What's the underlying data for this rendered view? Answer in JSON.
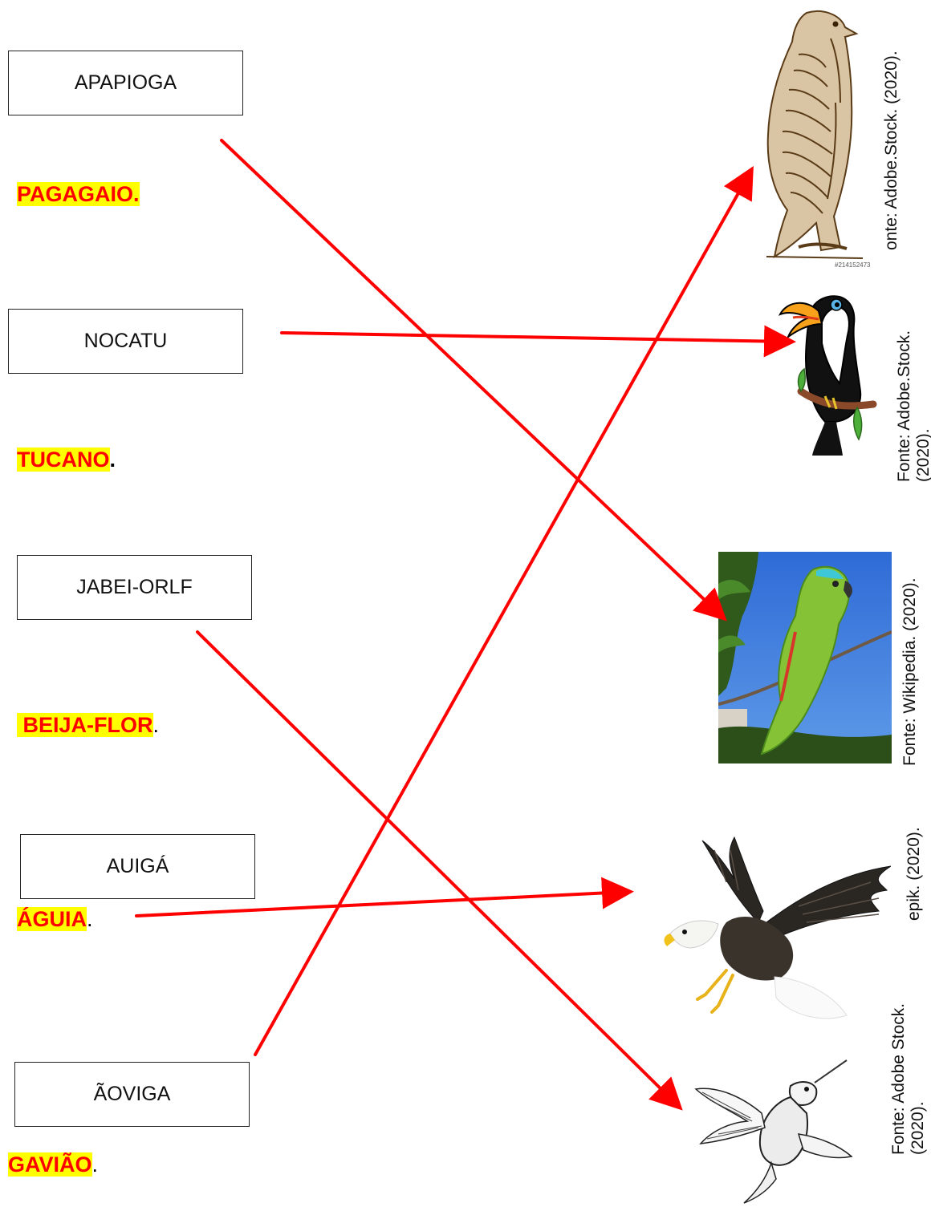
{
  "scrambled_words": [
    "APAPIOGA",
    "NOCATU",
    "JABEI-ORLF",
    "AUIGÁ",
    "ÃOVIGA"
  ],
  "answers": [
    {
      "word": "PAGAGAIO.",
      "punct": ""
    },
    {
      "word": "TUCANO",
      "punct": "."
    },
    {
      "word": " BEIJA-FLOR",
      "punct": "."
    },
    {
      "word": "ÁGUIA",
      "punct": "."
    },
    {
      "word": "GAVIÃO",
      "punct": "."
    }
  ],
  "images": {
    "hawk": {
      "credit": "onte: Adobe.Stock. (2020).",
      "stock_id": "#214152473"
    },
    "toucan": {
      "credit_line1": "Fonte: Adobe.Stock.",
      "credit_line2": "(2020)."
    },
    "parrot": {
      "credit": "Fonte: Wikipedia. (2020)."
    },
    "eagle": {
      "credit": "epik. (2020)."
    },
    "hummingbird": {
      "credit_line1": "Fonte: Adobe Stock.",
      "credit_line2": "(2020)."
    }
  },
  "colors": {
    "arrow": "#ff0000",
    "highlight": "#ffff00",
    "answer_text": "#ff0000"
  }
}
